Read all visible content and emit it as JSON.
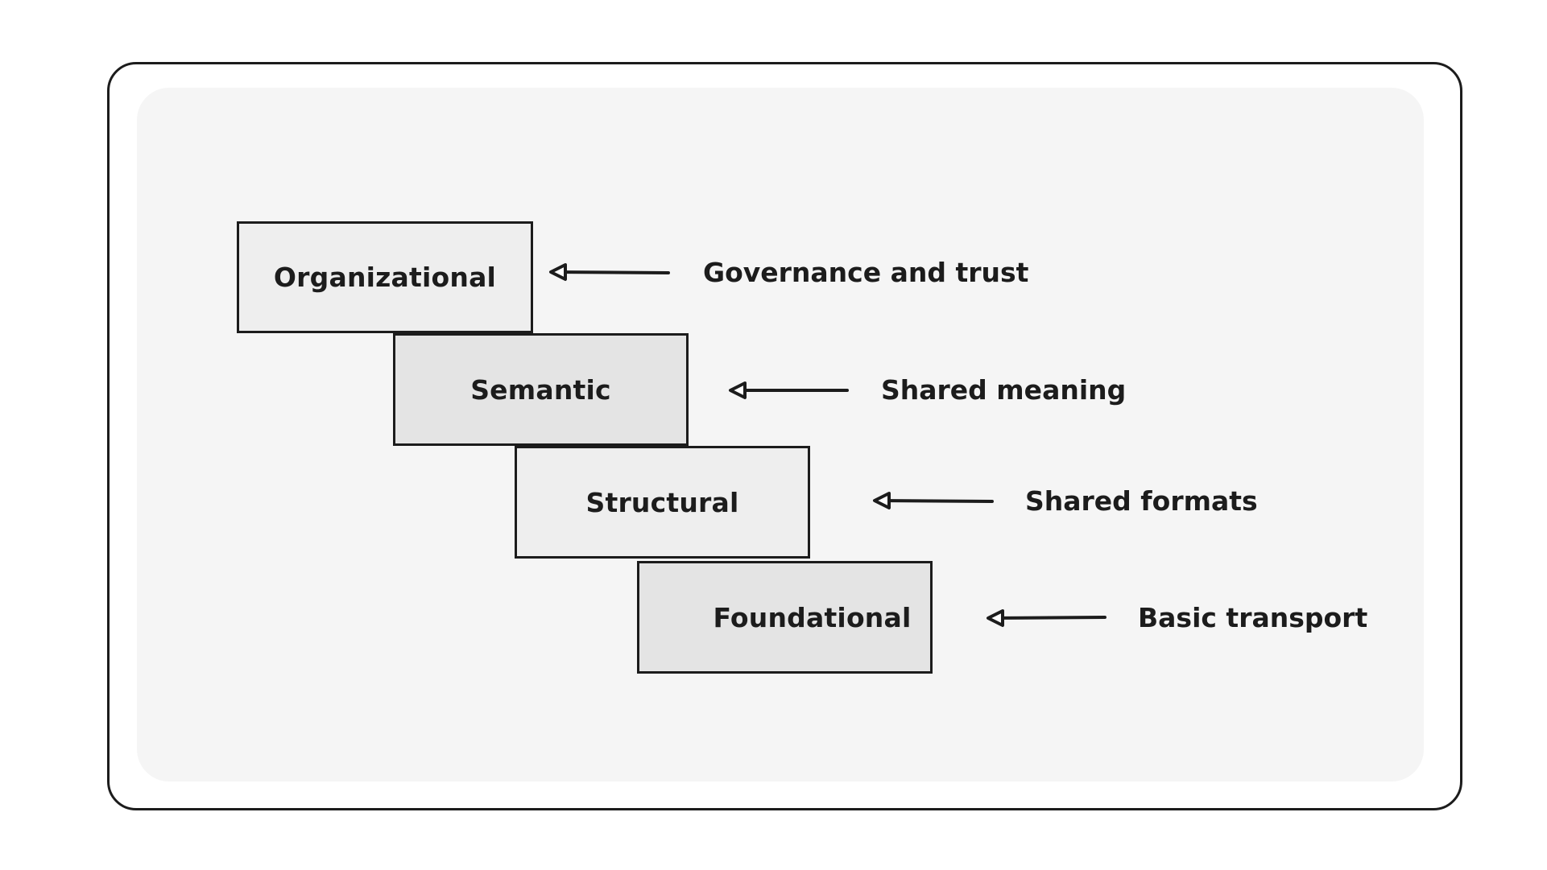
{
  "layers": [
    {
      "label": "Organizational",
      "note": "Governance and trust"
    },
    {
      "label": "Semantic",
      "note": "Shared meaning"
    },
    {
      "label": "Structural",
      "note": "Shared formats"
    },
    {
      "label": "Foundational",
      "note": "Basic transport"
    }
  ],
  "colors": {
    "stroke": "#1c1c1c",
    "panel": "#f5f5f5",
    "box_light": "#eeeeee",
    "box_dark": "#e4e4e4"
  }
}
